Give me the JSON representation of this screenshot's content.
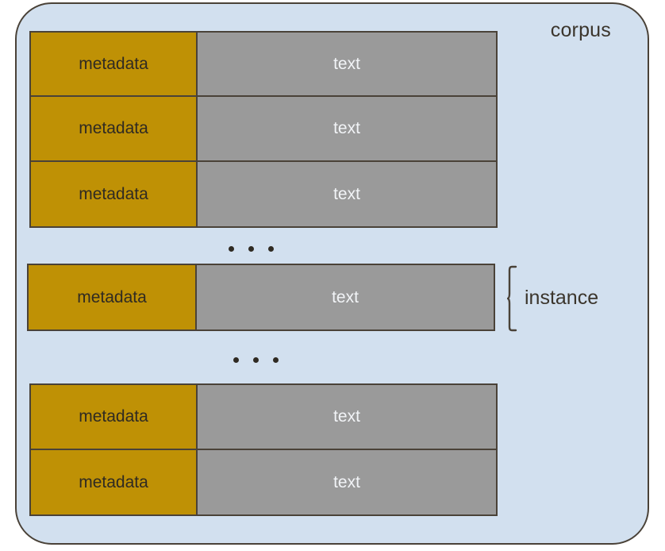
{
  "diagram": {
    "container_label": "corpus",
    "background_color": "#d2e0ef",
    "border_color": "#4a4238",
    "metadata_color": "#bf9105",
    "text_color": "#9a9a9a",
    "groups": [
      {
        "name": "top-group",
        "rows": [
          {
            "metadata": "metadata",
            "text": "text"
          },
          {
            "metadata": "metadata",
            "text": "text"
          },
          {
            "metadata": "metadata",
            "text": "text"
          }
        ]
      },
      {
        "name": "middle-group",
        "rows": [
          {
            "metadata": "metadata",
            "text": "text"
          }
        ]
      },
      {
        "name": "bottom-group",
        "rows": [
          {
            "metadata": "metadata",
            "text": "text"
          },
          {
            "metadata": "metadata",
            "text": "text"
          }
        ]
      }
    ],
    "ellipsis": [
      "• • •",
      "• • •"
    ],
    "annotation": {
      "label": "instance",
      "marker": "curly-brace"
    }
  }
}
